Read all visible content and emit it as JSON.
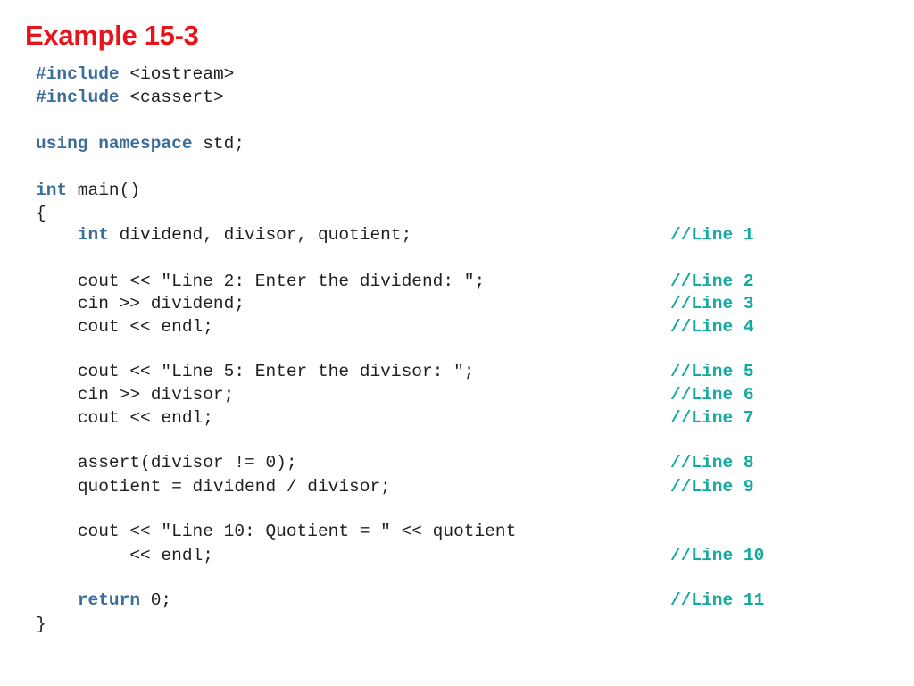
{
  "title": "Example 15-3",
  "colors": {
    "title": "#e8141b",
    "code": "#1f1f1f",
    "keyword": "#3b6d9b",
    "comment": "#13a8a0"
  },
  "code_lines": [
    {
      "indent": "",
      "kw": "#include",
      "text": " <iostream>",
      "comment": ""
    },
    {
      "indent": "",
      "kw": "#include",
      "text": " <cassert>",
      "comment": ""
    },
    {
      "indent": "",
      "kw": "using namespace",
      "text": " std;",
      "comment": ""
    },
    {
      "indent": "",
      "kw": "int",
      "text": " main()",
      "comment": ""
    },
    {
      "indent": "",
      "kw": "",
      "text": "{",
      "comment": ""
    },
    {
      "indent": "    ",
      "kw": "int",
      "text": " dividend, divisor, quotient;",
      "comment": "//Line 1"
    },
    {
      "indent": "    ",
      "kw": "",
      "text": "cout << \"Line 2: Enter the dividend: \";",
      "comment": "//Line 2"
    },
    {
      "indent": "    ",
      "kw": "",
      "text": "cin >> dividend;",
      "comment": "//Line 3"
    },
    {
      "indent": "    ",
      "kw": "",
      "text": "cout << endl;",
      "comment": "//Line 4"
    },
    {
      "indent": "    ",
      "kw": "",
      "text": "cout << \"Line 5: Enter the divisor: \";",
      "comment": "//Line 5"
    },
    {
      "indent": "    ",
      "kw": "",
      "text": "cin >> divisor;",
      "comment": "//Line 6"
    },
    {
      "indent": "    ",
      "kw": "",
      "text": "cout << endl;",
      "comment": "//Line 7"
    },
    {
      "indent": "    ",
      "kw": "",
      "text": "assert(divisor != 0);",
      "comment": "//Line 8"
    },
    {
      "indent": "    ",
      "kw": "",
      "text": "quotient = dividend / divisor;",
      "comment": "//Line 9"
    },
    {
      "indent": "    ",
      "kw": "",
      "text": "cout << \"Line 10: Quotient = \" << quotient",
      "comment": ""
    },
    {
      "indent": "         ",
      "kw": "",
      "text": "<< endl;",
      "comment": "//Line 10"
    },
    {
      "indent": "    ",
      "kw": "return",
      "text": " 0;",
      "comment": "//Line 11"
    },
    {
      "indent": "",
      "kw": "",
      "text": "}",
      "comment": ""
    }
  ]
}
